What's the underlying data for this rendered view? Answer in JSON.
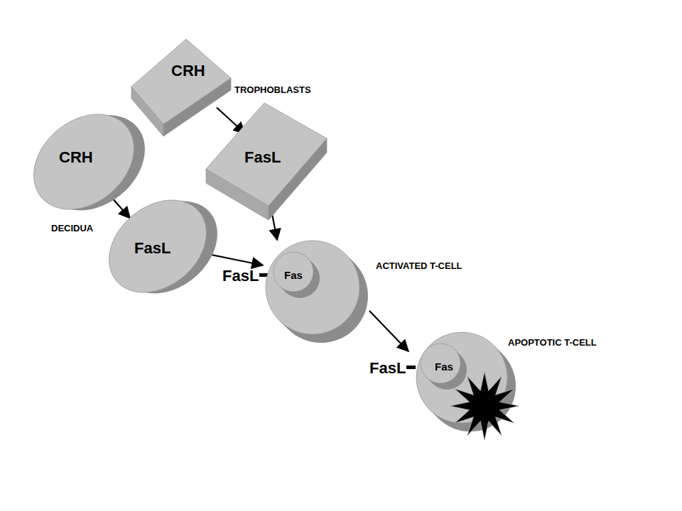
{
  "diagram": {
    "nodes": [
      {
        "text": [
          "CRH"
        ]
      },
      {
        "text": [
          "CRH"
        ]
      },
      {
        "text": [
          "FasL"
        ]
      },
      {
        "text": [
          "FasL"
        ]
      },
      {
        "text": [
          "ACTIVATED T-CELL"
        ]
      },
      {
        "text": [
          "Fas"
        ],
        "in": 4
      },
      {
        "text": [
          "APOPTOTIC T-CELL"
        ]
      },
      {
        "text": [
          "Fas"
        ],
        "in": 6
      }
    ],
    "edges": [
      {
        "from": 0,
        "to": 2,
        "arrow": "to"
      },
      {
        "from": 1,
        "to": 3,
        "arrow": "to"
      },
      {
        "from": 2,
        "to": 4,
        "arrow": "to"
      },
      {
        "from": 3,
        "to": 4,
        "arrow": "to"
      },
      {
        "from": 4,
        "to": 6,
        "arrow": "to"
      }
    ],
    "labels": [
      "TROPHOBLASTS",
      "DECIDUA",
      "FasL",
      "FasL"
    ]
  }
}
